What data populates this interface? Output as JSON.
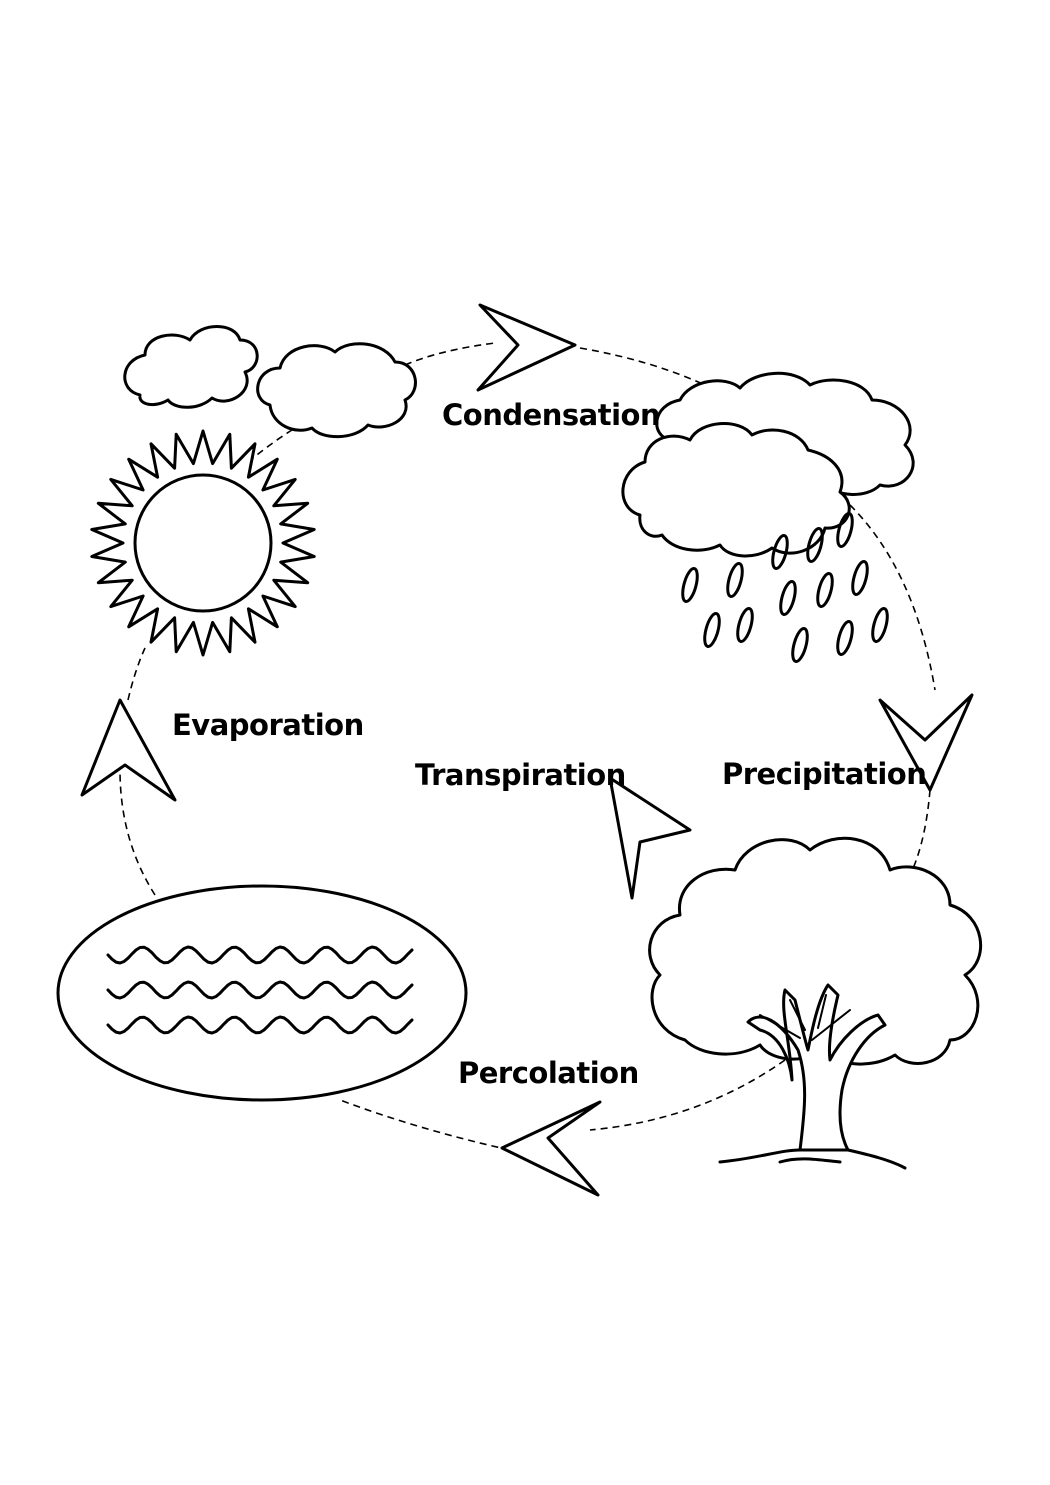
{
  "diagram": {
    "labels": {
      "condensation": "Condensation",
      "precipitation": "Precipitation",
      "evaporation": "Evaporation",
      "transpiration": "Transpiration",
      "percolation": "Percolation"
    },
    "icons": [
      "cloud-icon",
      "rain-cloud-icon",
      "sun-icon",
      "water-body-icon",
      "tree-icon",
      "arrow-icon"
    ],
    "colors": {
      "line": "#000000",
      "background": "#ffffff"
    }
  }
}
